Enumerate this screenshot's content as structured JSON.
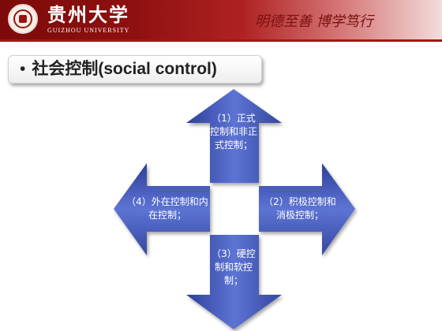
{
  "header": {
    "university_name_cn": "贵州大学",
    "university_name_en": "GUIZHOU UNIVERSITY",
    "motto": "明德至善 博学笃行"
  },
  "slide": {
    "bullet": "•",
    "title": "社会控制(social control)"
  },
  "diagram": {
    "up": "（1）正式控制和非正式控制；",
    "right": "（2）积极控制和消极控制；",
    "down": "（3）硬控制和软控制；",
    "left": "（4）外在控制和内在控制；"
  }
}
